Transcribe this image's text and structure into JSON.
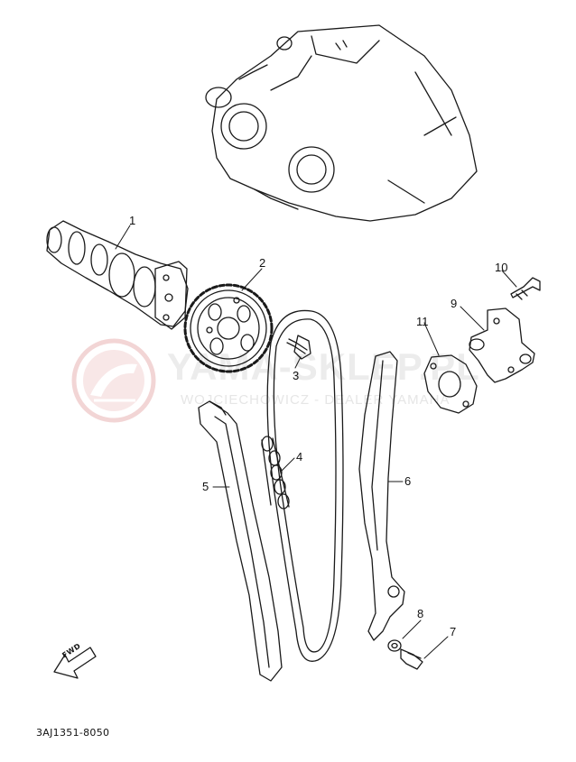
{
  "watermark": {
    "title": "YAMA-SKLEP.PL",
    "subtitle": "WOJCIECHOWICZ - DEALER YAMAHA",
    "color": "#e9b3b3"
  },
  "callouts": [
    "1",
    "2",
    "3",
    "4",
    "5",
    "6",
    "7",
    "8",
    "9",
    "10",
    "11"
  ],
  "fwd_label": "FWD",
  "part_code": "3AJ1351-8050",
  "colors": {
    "line": "#1a1a1a",
    "paper": "#ffffff"
  }
}
